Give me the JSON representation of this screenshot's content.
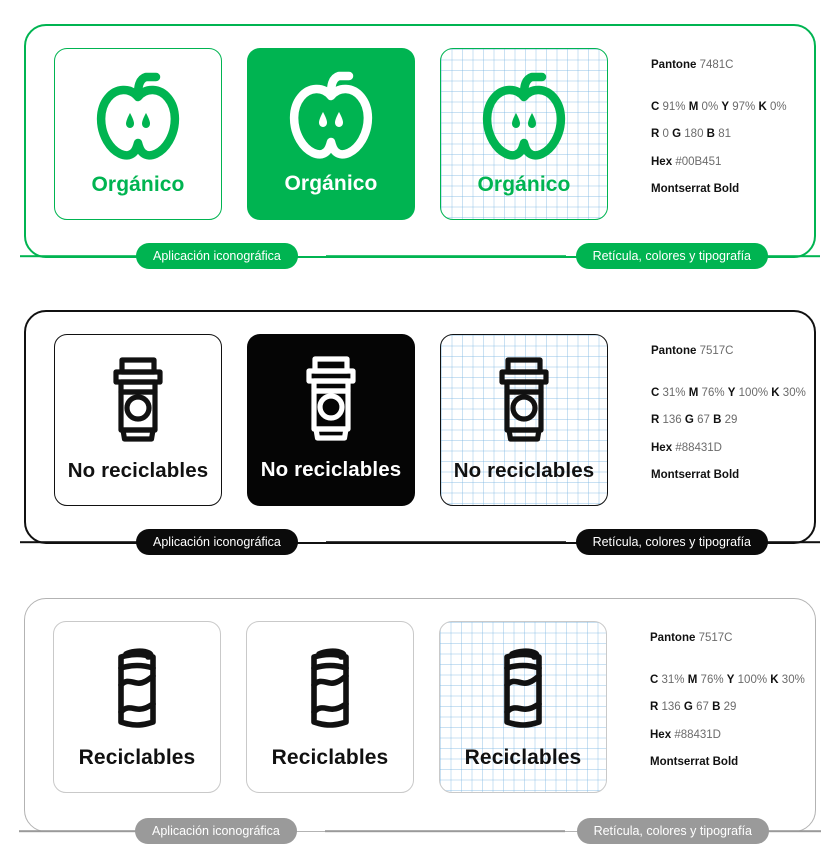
{
  "sections": [
    {
      "id": "organico",
      "accent": "#00B451",
      "caption": "Orgánico",
      "icon": "apple-icon",
      "variants": [
        "outline",
        "solid",
        "grid"
      ],
      "spec": {
        "pantone_label": "Pantone",
        "pantone_value": "7481C",
        "cmyk": [
          {
            "k": "C",
            "v": "91%"
          },
          {
            "k": "M",
            "v": "0%"
          },
          {
            "k": "Y",
            "v": "97%"
          },
          {
            "k": "K",
            "v": "0%"
          }
        ],
        "rgb": [
          {
            "k": "R",
            "v": "0"
          },
          {
            "k": "G",
            "v": "180"
          },
          {
            "k": "B",
            "v": "81"
          }
        ],
        "hex_label": "Hex",
        "hex_value": "#00B451",
        "typeface": "Montserrat Bold"
      },
      "pills": {
        "left": "Aplicación iconográfica",
        "right": "Retícula, colores y tipografía"
      }
    },
    {
      "id": "no-reciclables",
      "accent": "#111111",
      "caption": "No reciclables",
      "icon": "coffee-cup-icon",
      "variants": [
        "outline",
        "solid",
        "grid"
      ],
      "spec": {
        "pantone_label": "Pantone",
        "pantone_value": "7517C",
        "cmyk": [
          {
            "k": "C",
            "v": "31%"
          },
          {
            "k": "M",
            "v": "76%"
          },
          {
            "k": "Y",
            "v": "100%"
          },
          {
            "k": "K",
            "v": "30%"
          }
        ],
        "rgb": [
          {
            "k": "R",
            "v": "136"
          },
          {
            "k": "G",
            "v": "67"
          },
          {
            "k": "B",
            "v": "29"
          }
        ],
        "hex_label": "Hex",
        "hex_value": "#88431D",
        "typeface": "Montserrat Bold"
      },
      "pills": {
        "left": "Aplicación iconográfica",
        "right": "Retícula, colores y tipografía"
      }
    },
    {
      "id": "reciclables",
      "accent": "#9A9A9A",
      "caption": "Reciclables",
      "icon": "soda-can-icon",
      "variants": [
        "outline",
        "solid",
        "grid"
      ],
      "spec": {
        "pantone_label": "Pantone",
        "pantone_value": "7517C",
        "cmyk": [
          {
            "k": "C",
            "v": "31%"
          },
          {
            "k": "M",
            "v": "76%"
          },
          {
            "k": "Y",
            "v": "100%"
          },
          {
            "k": "K",
            "v": "30%"
          }
        ],
        "rgb": [
          {
            "k": "R",
            "v": "136"
          },
          {
            "k": "G",
            "v": "67"
          },
          {
            "k": "B",
            "v": "29"
          }
        ],
        "hex_label": "Hex",
        "hex_value": "#88431D",
        "typeface": "Montserrat Bold"
      },
      "pills": {
        "left": "Aplicación iconográfica",
        "right": "Retícula, colores y tipografía"
      }
    }
  ]
}
